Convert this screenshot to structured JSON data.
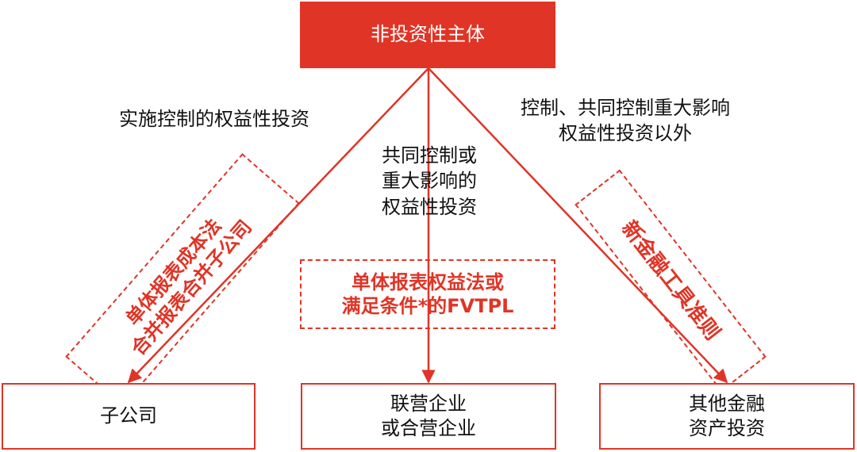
{
  "colors": {
    "accent": "#e03426",
    "text": "#111111",
    "background": "#ffffff"
  },
  "top": {
    "title": "非投资性主体"
  },
  "edges": {
    "left": "实施控制的权益性投资",
    "middle": [
      "共同控制或",
      "重大影响的",
      "权益性投资"
    ],
    "right": [
      "控制、共同控制重大影响",
      "权益性投资以外"
    ]
  },
  "methods": {
    "left": [
      "单体报表成本法",
      "合并报表合并子公司"
    ],
    "middle": [
      "单体报表权益法或",
      "满足条件*的FVTPL"
    ],
    "right": "新金融工具准则"
  },
  "targets": {
    "left": "子公司",
    "middle": [
      "联营企业",
      "或合营企业"
    ],
    "right": [
      "其他金融",
      "资产投资"
    ]
  }
}
